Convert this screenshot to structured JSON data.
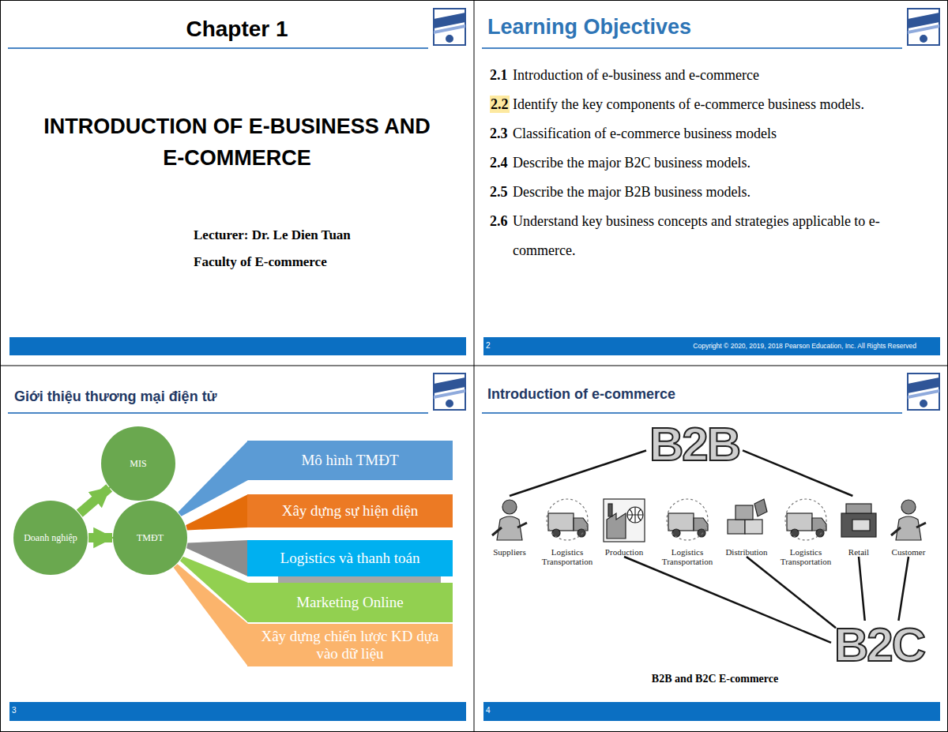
{
  "diagram": {
    "caption": "B2B and B2C E-commerce",
    "nodes": [
      {
        "text": [
          "Doanh nghiệp"
        ]
      },
      {
        "text": [
          "MIS"
        ]
      },
      {
        "text": [
          "TMĐT"
        ]
      },
      {
        "text": [
          "Mô hình TMĐT"
        ]
      },
      {
        "text": [
          "Xây dựng sự hiện diện"
        ]
      },
      {
        "text": [
          "Logistics và thanh toán"
        ]
      },
      {
        "text": [
          "Marketing Online"
        ]
      },
      {
        "text": [
          "Xây dựng chiến lược KD dựa vào dữ liệu"
        ]
      },
      {
        "text": [
          "B2B"
        ]
      },
      {
        "text": [
          "Suppliers"
        ]
      },
      {
        "text": [
          "Logistics Transportation"
        ]
      },
      {
        "text": [
          "Production"
        ]
      },
      {
        "text": [
          "Logistics Transportation"
        ]
      },
      {
        "text": [
          "Distribution"
        ]
      },
      {
        "text": [
          "Logistics Transportation"
        ]
      },
      {
        "text": [
          "Retail"
        ]
      },
      {
        "text": [
          "Customer"
        ]
      },
      {
        "text": [
          "B2C"
        ]
      }
    ],
    "edges": [
      {
        "from": 0,
        "to": 2,
        "arrow": "to"
      },
      {
        "from": 0,
        "to": 1,
        "arrow": "to"
      },
      {
        "from": 2,
        "to": 3,
        "arrow": "none"
      },
      {
        "from": 2,
        "to": 4,
        "arrow": "none"
      },
      {
        "from": 2,
        "to": 5,
        "arrow": "none"
      },
      {
        "from": 2,
        "to": 6,
        "arrow": "none"
      },
      {
        "from": 2,
        "to": 7,
        "arrow": "none"
      },
      {
        "from": 8,
        "to": 9,
        "arrow": "none"
      },
      {
        "from": 8,
        "to": 15,
        "arrow": "none"
      },
      {
        "from": 11,
        "to": 17,
        "arrow": "none"
      },
      {
        "from": 13,
        "to": 17,
        "arrow": "none"
      },
      {
        "from": 15,
        "to": 17,
        "arrow": "none"
      },
      {
        "from": 16,
        "to": 17,
        "arrow": "none"
      }
    ],
    "labels": [
      "Chapter 1",
      "INTRODUCTION OF E-BUSINESS AND E-COMMERCE",
      "Lecturer: Dr. Le Dien Tuan",
      "Faculty of E-commerce",
      "Learning Objectives",
      "2.1",
      "Introduction of e-business and e-commerce",
      "2.2",
      "Identify the key components of e-commerce business models.",
      "2.3",
      "Classification of e-commerce business models",
      "2.4",
      "Describe the major B2C business models.",
      "2.5",
      "Describe the major B2B business models.",
      "2.6",
      "Understand key business concepts and strategies applicable to e-commerce.",
      "2",
      "Copyright © 2020, 2019, 2018 Pearson Education, Inc. All Rights Reserved",
      "Giới thiệu thương mại điện tử",
      "3",
      "Introduction of e-commerce",
      "4"
    ]
  }
}
